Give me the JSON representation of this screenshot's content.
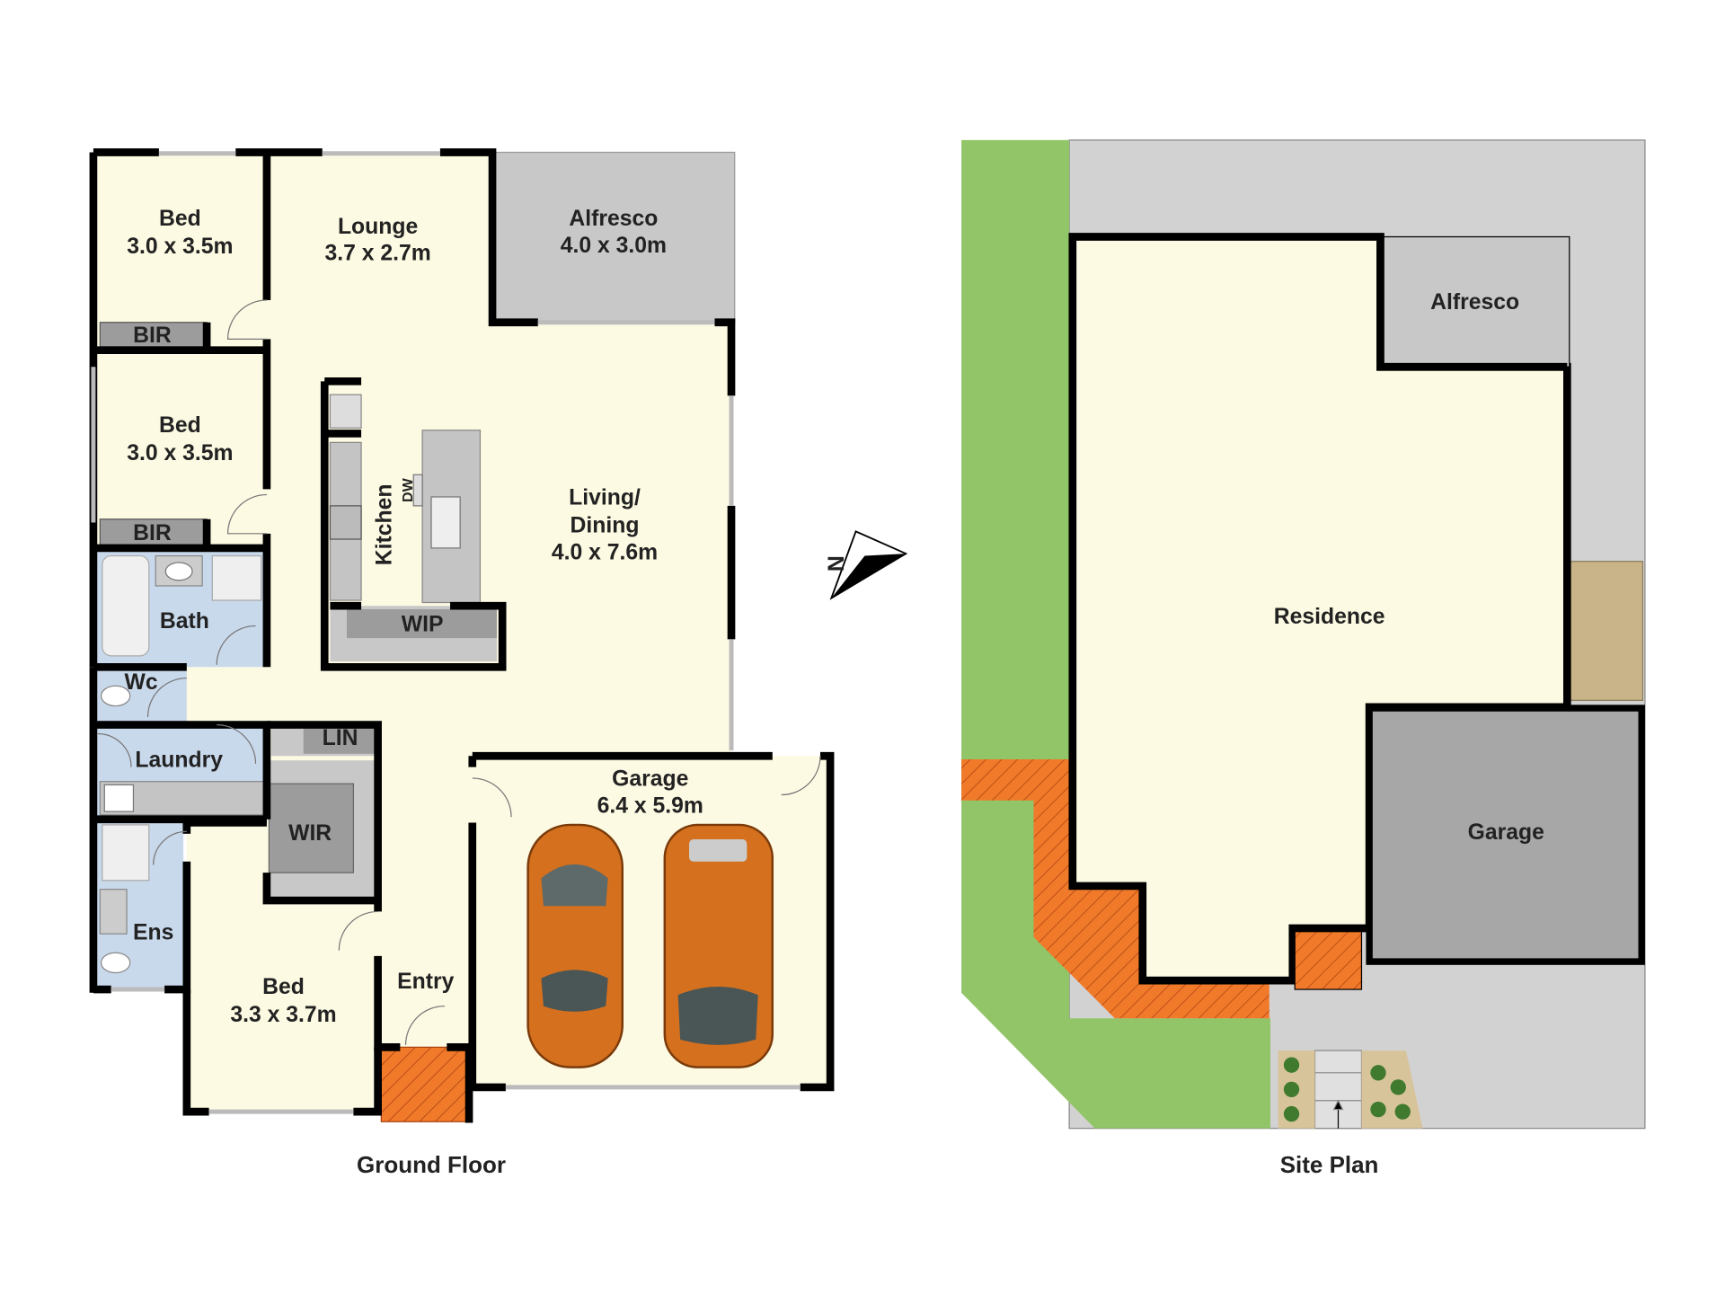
{
  "ground_floor": {
    "caption": "Ground Floor",
    "rooms": {
      "bed1": {
        "name": "Bed",
        "size": "3.0 x 3.5m"
      },
      "bir1": {
        "name": "BIR"
      },
      "bed2": {
        "name": "Bed",
        "size": "3.0 x 3.5m"
      },
      "bir2": {
        "name": "BIR"
      },
      "lounge": {
        "name": "Lounge",
        "size": "3.7 x 2.7m"
      },
      "alfresco": {
        "name": "Alfresco",
        "size": "4.0 x 3.0m"
      },
      "kitchen": {
        "name": "Kitchen",
        "dw": "DW"
      },
      "living": {
        "name1": "Living/",
        "name2": "Dining",
        "size": "4.0 x 7.6m"
      },
      "wip": {
        "name": "WIP"
      },
      "bath": {
        "name": "Bath"
      },
      "wc": {
        "name": "Wc"
      },
      "laundry": {
        "name": "Laundry"
      },
      "lin": {
        "name": "LIN"
      },
      "wir": {
        "name": "WIR"
      },
      "ens": {
        "name": "Ens"
      },
      "bed3": {
        "name": "Bed",
        "size": "3.3 x 3.7m"
      },
      "entry": {
        "name": "Entry"
      },
      "garage": {
        "name": "Garage",
        "size": "6.4 x 5.9m"
      }
    }
  },
  "compass": {
    "label": "N"
  },
  "site_plan": {
    "caption": "Site Plan",
    "labels": {
      "alfresco": "Alfresco",
      "residence": "Residence",
      "garage": "Garage"
    }
  },
  "colors": {
    "room": "#fdfae3",
    "wet": "#c9d9ec",
    "outdoor": "#c8c8c8",
    "garage_site": "#a7a7a7",
    "lawn": "#92c468",
    "deck": "#f07a2a",
    "wall": "#000000"
  }
}
